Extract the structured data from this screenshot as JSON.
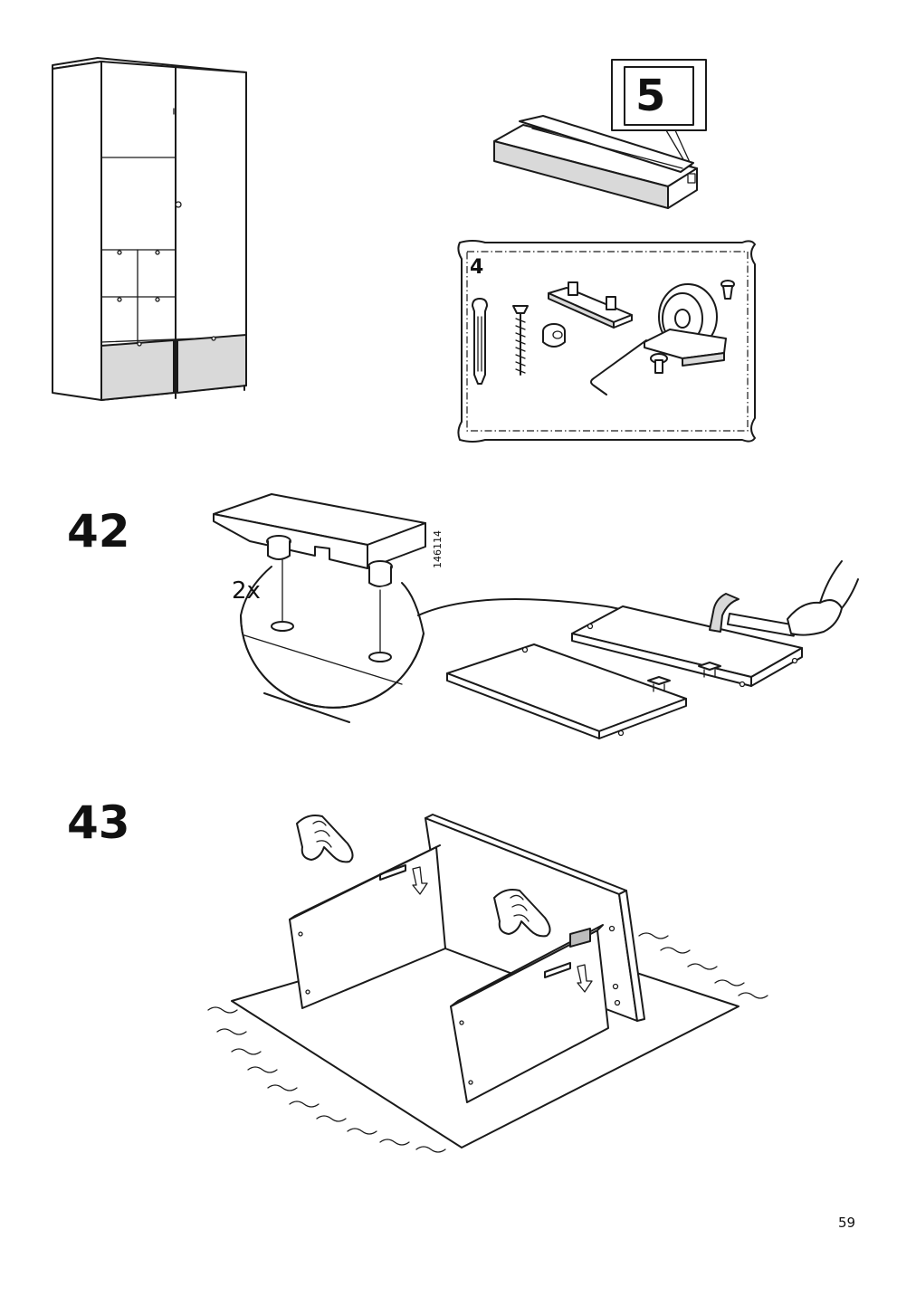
{
  "page": {
    "number": "59",
    "colors": {
      "ink": "#1a1a1a",
      "panel_gray": "#d9d9d9",
      "background": "#ffffff"
    }
  },
  "header": {
    "box_number": "5",
    "bag_number": "4"
  },
  "steps": [
    {
      "number": "42",
      "quantity_label": "2x",
      "part_number": "146114"
    },
    {
      "number": "43"
    }
  ]
}
